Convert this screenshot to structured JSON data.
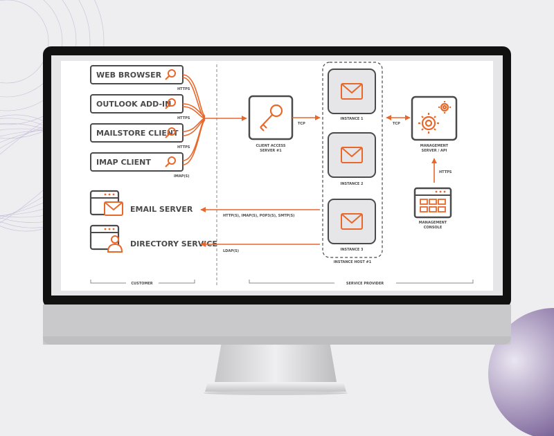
{
  "diagram": {
    "clients": [
      {
        "label": "WEB BROWSER",
        "protocol": "HTTPS"
      },
      {
        "label": "OUTLOOK ADD-IN",
        "protocol": "HTTPS"
      },
      {
        "label": "MAILSTORE CLIENT",
        "protocol": "HTTPS"
      },
      {
        "label": "IMAP CLIENT",
        "protocol": "IMAP(S)"
      }
    ],
    "email_server": {
      "label": "EMAIL SERVER",
      "protocol": "HTTP(S), IMAP(S), POP3(S), SMTP(S)"
    },
    "directory_service": {
      "label": "DIRECTORY SERVICE",
      "protocol": "LDAP(S)"
    },
    "client_access": {
      "label_line1": "CLIENT ACCESS",
      "label_line2": "SERVER #1",
      "protocol": "TCP"
    },
    "instances": [
      {
        "label": "INSTANCE 1"
      },
      {
        "label": "INSTANCE 2"
      },
      {
        "label": "INSTANCE 3"
      }
    ],
    "instance_host": {
      "label": "INSTANCE HOST #1"
    },
    "management_server": {
      "label_line1": "MANAGEMENT",
      "label_line2": "SERVER / API",
      "protocol": "TCP"
    },
    "management_console": {
      "label_line1": "MANAGEMENT",
      "label_line2": "CONSOLE",
      "protocol": "HTTPS"
    },
    "regions": {
      "customer": "CUSTOMER",
      "service_provider": "SERVICE PROVIDER"
    },
    "colors": {
      "accent": "#e8672a",
      "ink": "#4a4a4c",
      "panel": "#e6e6e8",
      "screen": "#ffffff",
      "bezel": "#111111",
      "chin": "#c9c9cb"
    }
  }
}
